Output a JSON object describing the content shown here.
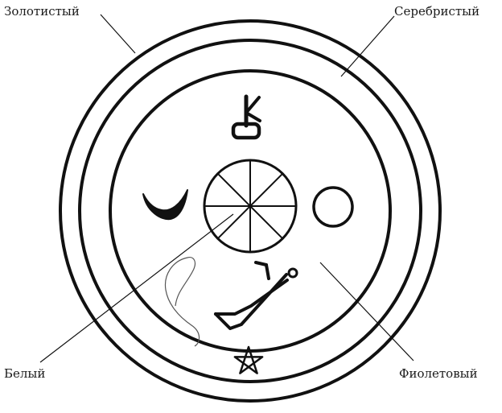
{
  "labels": {
    "outer_ring": "Золотистый",
    "middle_ring": "Серебристый",
    "center": "Белый",
    "inner_field": "Фиолетовый"
  },
  "symbols": [
    {
      "name": "key-symbol"
    },
    {
      "name": "crescent-moon-symbol"
    },
    {
      "name": "eight-spoked-wheel-symbol"
    },
    {
      "name": "circle-symbol"
    },
    {
      "name": "horn-symbol"
    },
    {
      "name": "pentagram-symbol"
    },
    {
      "name": "serpent-symbol"
    }
  ],
  "colors": {
    "ink": "#111111",
    "faint_ink": "#555555",
    "background": "#ffffff"
  }
}
